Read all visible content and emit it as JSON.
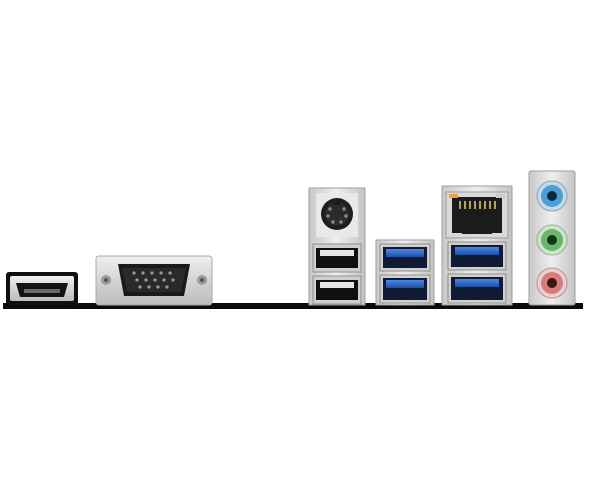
{
  "scene": {
    "subject": "",
    "background": "#ffffff",
    "colors": {
      "baseboard": "#0b0b0b",
      "metal": "#d8d8d8",
      "usb3_blue": "#2f67c9",
      "audio_line_in": "#4aa0d6",
      "audio_line_out": "#6bb46b",
      "audio_mic": "#d87b7b"
    }
  },
  "ports": [
    {
      "name": "hdmi-port",
      "icon": "hdmi-icon"
    },
    {
      "name": "vga-port",
      "icon": "vga-icon"
    },
    {
      "name": "ps2-port",
      "icon": "ps2-icon"
    },
    {
      "name": "usb2-port-top",
      "icon": "usb-icon"
    },
    {
      "name": "usb2-port-bottom",
      "icon": "usb-icon"
    },
    {
      "name": "usb3-port-1",
      "icon": "usb3-icon"
    },
    {
      "name": "usb3-port-2",
      "icon": "usb3-icon"
    },
    {
      "name": "rj45-port",
      "icon": "ethernet-icon"
    },
    {
      "name": "usb3-port-3",
      "icon": "usb3-icon"
    },
    {
      "name": "usb3-port-4",
      "icon": "usb3-icon"
    },
    {
      "name": "audio-jack-line-in",
      "icon": "audio-jack-icon"
    },
    {
      "name": "audio-jack-line-out",
      "icon": "audio-jack-icon"
    },
    {
      "name": "audio-jack-mic",
      "icon": "audio-jack-icon"
    }
  ]
}
